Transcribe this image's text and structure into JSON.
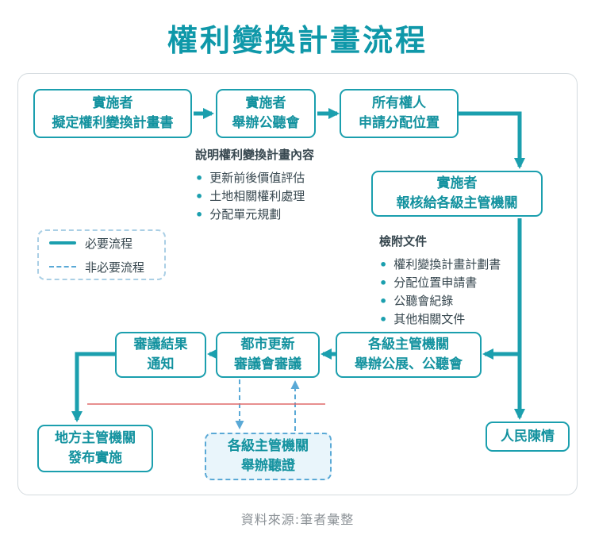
{
  "title": "權利變換計畫流程",
  "footer": "資料來源:筆者彙整",
  "colors": {
    "teal": "#1b9fae",
    "teal_text": "#13929f",
    "title_teal": "#0f98a9",
    "dashed_blue": "#5aa9d6",
    "dashed_box_fill": "#e9f5fb",
    "red_line": "#e06a6a",
    "frame_border": "#d3dade",
    "note_text": "#37474f",
    "footer_text": "#8b9196"
  },
  "boxes": {
    "draft_plan": {
      "line1": "實施者",
      "line2": "擬定權利變換計畫書"
    },
    "public_hearing": {
      "line1": "實施者",
      "line2": "舉辦公聽會"
    },
    "owners_apply": {
      "line1": "所有權人",
      "line2": "申請分配位置"
    },
    "report_authority": {
      "line1": "實施者",
      "line2": "報核給各級主管機關"
    },
    "exhibition_hearing": {
      "line1": "各級主管機關",
      "line2": "舉辦公展、公聽會"
    },
    "committee_review": {
      "line1": "都市更新",
      "line2": "審議會審議"
    },
    "review_notice": {
      "line1": "審議結果",
      "line2": "通知"
    },
    "local_publish": {
      "line1": "地方主管機關",
      "line2": "發布實施"
    },
    "optional_hearing": {
      "line1": "各級主管機關",
      "line2": "舉辦聽證"
    },
    "petition": {
      "line1": "人民陳情"
    }
  },
  "notes": {
    "plan_content": {
      "title": "說明權利變換計畫內容",
      "items": [
        "更新前後價值評估",
        "土地相關權利處理",
        "分配單元規劃"
      ]
    },
    "documents": {
      "title": "檢附文件",
      "items": [
        "權利變換計畫計劃書",
        "分配位置申請書",
        "公聽會紀錄",
        "其他相關文件"
      ]
    }
  },
  "legend": {
    "required": "必要流程",
    "optional": "非必要流程"
  }
}
